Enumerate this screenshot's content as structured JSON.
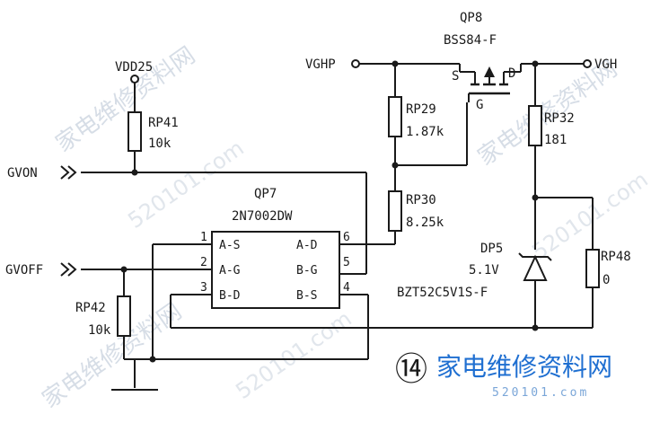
{
  "nets": {
    "vdd25": "VDD25",
    "vghp": "VGHP",
    "vgh": "VGH",
    "gvon": "GVON",
    "gvoff": "GVOFF"
  },
  "components": {
    "qp8": {
      "ref": "QP8",
      "part": "BSS84-F",
      "pin_s": "S",
      "pin_d": "D",
      "pin_g": "G"
    },
    "qp7": {
      "ref": "QP7",
      "part": "2N7002DW",
      "left_pins": [
        "A-S",
        "A-G",
        "B-D"
      ],
      "right_pins": [
        "A-D",
        "B-G",
        "B-S"
      ],
      "left_numbers": [
        "1",
        "2",
        "3"
      ],
      "right_numbers": [
        "6",
        "5",
        "4"
      ]
    },
    "rp41": {
      "ref": "RP41",
      "value": "10k"
    },
    "rp42": {
      "ref": "RP42",
      "value": "10k"
    },
    "rp29": {
      "ref": "RP29",
      "value": "1.87k"
    },
    "rp30": {
      "ref": "RP30",
      "value": "8.25k"
    },
    "rp32": {
      "ref": "RP32",
      "value": "181"
    },
    "rp48": {
      "ref": "RP48",
      "value": "0"
    },
    "dp5": {
      "ref": "DP5",
      "value": "5.1V",
      "part": "BZT52C5V1S-F"
    }
  },
  "figure": {
    "number": "⑭"
  },
  "watermark": {
    "text": "家电维修资料网",
    "url": "520101.com",
    "logo": "家电维修资料网",
    "logo_sub": "520101.com"
  },
  "colors": {
    "ink": "#1a1a1a",
    "logo": "#1f6fd1",
    "watermark": "#d6dde6"
  }
}
